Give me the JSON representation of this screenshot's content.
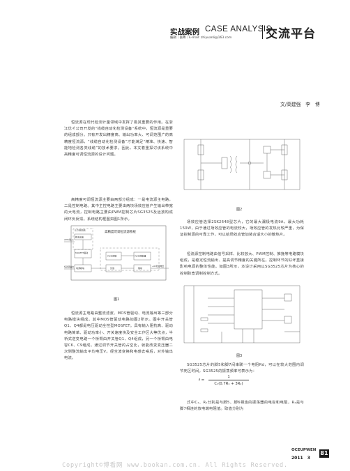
{
  "header": {
    "section_cn": "实战案例",
    "section_en": "CASE ANALYSIS",
    "contact": "编辑｜张峰｜E-mail: zhiyuanli@163.com",
    "title_cn": "交流平台"
  },
  "author": "文/高建强　李　博",
  "left_col": {
    "para1": "恒流源在现代检测计量领域中发挥了极其重要的作用。在浙江优ㄔ公司开发的“线缆自动化检测设备”系统中，恒流源是重要的组成部分。只有开发出精度高、输出功率大、可调范围广的高精度恒流源，“线缆自动化检测设备”才能满足“精准、快速、智能地检测各类线缆”的技术要求。因此，本文着重探讨该系统中高精度可调恒流源的设计问题。",
    "para2": "高精度可调恒流源主要由两部分组成：一是电流源主电路，二是控制电路。其中主控电路主要由两块场效应管产生输出带宽的大电流，控制电路主要由PWM控制芯片SG3525及运放构成闭环负反馈。系统结构框图如图1所示。",
    "para3": "恒流源主电路由整流滤波、MOS管驱动、电流输出等三部分电路模块组成。其中MOS管驱动电路如图2所示。图中开关管Q1、Q4都是电压驱动全控型MOSFET。具有输入阻抗高、驱动电路简单、驱动功率小、开关速度快及安全工作区大等优点，半桥式逆变电路一个桥臂由开关管Q1、Q4组成，另一个桥臂由电容C6、C9组成。通过调节开关管的占空比，就能改变变压器二次侧整流输出平均电压V。经全波变换和电感去噪后，对外输出电流。",
    "fig1_caption": "图1"
  },
  "right_col": {
    "fig2_caption": "图2",
    "para1": "场效应管选择2SK2648型芯片，它的最大漏极电流9A，最大功耗150W，由于通过场效应管的电流较大，场效应管的发热比较严重，为保证控制源的可靠工作，可以给场效应管加装合适大小的散热片。",
    "para2": "恒流源控制电路由信号采样、比较放大、PWM控制、推挽等电路模块组成，是稳定恒流输出、提高调节精度的关键所在。控制环节的好坏直接影响电源的整体性能。如图3所示，本设计采用以SG3525芯片为核心的控制脉宽调制控制方式。",
    "fig3_caption": "图3",
    "para3": "SG3525芯片的脚5和脚7间串联一个电阻Rd，可以在较大范围内调节死区时间。SG3525的振荡频率可表示为：",
    "formula_lhs": "f =",
    "formula_num": "1",
    "formula_den": "C₁(0.7R₁ + 3R₂)",
    "para4": "式中C₁、R₁分别是与脚5、脚6相连的振荡器的电容和电阻，R₂是与脚7相连的放电端电阻值。取值分别为"
  },
  "fig1": {
    "title": "高精度可调恒流源系统",
    "blocks": [
      "信号采样电路",
      "整流滤波",
      "MOSFET驱动",
      "PWM控制",
      "PWM控制器",
      "电源模块",
      "负载",
      "驱动"
    ],
    "labels": [
      "220V输入",
      "恒流源输出",
      "→0V稳定电压"
    ]
  },
  "footer": {
    "logo": "OCEUPWEN",
    "date": "2011　3",
    "page": "81",
    "copyright": "Copyright©博看网 www.bookan.com.cn. All Rights Reserved."
  },
  "colors": {
    "text": "#444444",
    "header": "#222222",
    "watermark": "#c8c8c8"
  }
}
